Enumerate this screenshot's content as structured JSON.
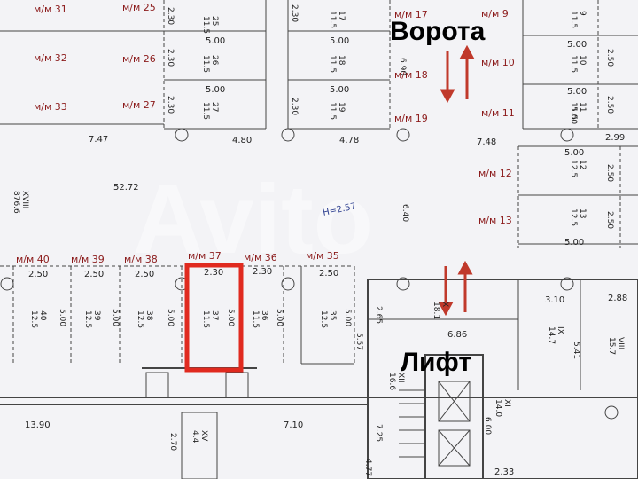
{
  "labels": {
    "gate": "Ворота",
    "elevator": "Лифт",
    "height_note": "H=2.57",
    "watermark": "Avito"
  },
  "spaces": {
    "m31": "м/м 31",
    "m32": "м/м 32",
    "m33": "м/м 33",
    "m25": "м/м 25",
    "m26": "м/м 26",
    "m27": "м/м 27",
    "m17": "м/м 17",
    "m18": "м/м 18",
    "m19": "м/м 19",
    "m9": "м/м 9",
    "m10": "м/м 10",
    "m11": "м/м 11",
    "m12": "м/м 12",
    "m13": "м/м 13",
    "m40": "м/м 40",
    "m39": "м/м 39",
    "m38": "м/м 38",
    "m37": "м/м 37",
    "m36": "м/м 36",
    "m35": "м/м 35"
  },
  "cells": {
    "c25": {
      "num": "25",
      "area": "11.5"
    },
    "c26": {
      "num": "26",
      "area": "11.5"
    },
    "c27": {
      "num": "27",
      "area": "11.5"
    },
    "c17": {
      "num": "17",
      "area": "11.5"
    },
    "c18": {
      "num": "18",
      "area": "11.5"
    },
    "c19": {
      "num": "19",
      "area": "11.5"
    },
    "c9": {
      "num": "9",
      "area": "11.5"
    },
    "c10": {
      "num": "10",
      "area": "11.5"
    },
    "c11": {
      "num": "11",
      "area": "11.5"
    },
    "c12": {
      "num": "12",
      "area": "12.5"
    },
    "c13": {
      "num": "13",
      "area": "12.5"
    },
    "c40": {
      "num": "40",
      "area": "12.5"
    },
    "c39": {
      "num": "39",
      "area": "12.5"
    },
    "c38": {
      "num": "38",
      "area": "12.5"
    },
    "c37": {
      "num": "37",
      "area": "11.5"
    },
    "c36": {
      "num": "36",
      "area": "11.5"
    },
    "c35": {
      "num": "35",
      "area": "12.5"
    }
  },
  "rooms": {
    "xviii": {
      "num": "XVIII",
      "area": "876.6"
    },
    "x": {
      "num": "X",
      "area": "18.1"
    },
    "ix": {
      "num": "IX",
      "area": "14.7"
    },
    "viii": {
      "num": "VIII",
      "area": "15.7"
    },
    "xii": {
      "num": "XII",
      "area": "16.6"
    },
    "xi": {
      "num": "XI",
      "area": "14.0"
    },
    "xv": {
      "num": "XV",
      "area": "4.4"
    }
  },
  "dims": {
    "d230a": "2.30",
    "d500a": "5.00",
    "d500b": "5.00",
    "d230b": "2.30",
    "d500c": "5.00",
    "d230c": "2.30",
    "d500d": "5.00",
    "d500e": "5.00",
    "d230d": "2.30",
    "d690": "6.90",
    "d500f": "5.00",
    "d500g": "5.00",
    "d500h": "5.00",
    "d747": "7.47",
    "d480": "4.80",
    "d478": "4.78",
    "d748": "7.48",
    "d299": "2.99",
    "d500i": "5.00",
    "d250a": "2.50",
    "d250b": "2.50",
    "d500j": "5.00",
    "d5272": "52.72",
    "d640": "6.40",
    "d250c": "2.50",
    "d250d": "2.50",
    "d250e": "2.50",
    "d230e": "2.30",
    "d230f": "2.30",
    "d250f": "2.50",
    "d500k": "5.00",
    "d500l": "5.00",
    "d500m": "5.00",
    "d500n": "5.00",
    "d500o": "5.00",
    "d500p": "5.00",
    "d557": "5.57",
    "d265": "2.65",
    "d686": "6.86",
    "d310": "3.10",
    "d288": "2.88",
    "d541": "5.41",
    "d1390": "13.90",
    "d710": "7.10",
    "d270": "2.70",
    "d725": "7.25",
    "d477": "4.77",
    "d600": "6.00",
    "d233": "2.33"
  },
  "colors": {
    "highlight": "#e02a1f",
    "arrow": "#c0392b",
    "space_label": "#8b1a1a"
  }
}
